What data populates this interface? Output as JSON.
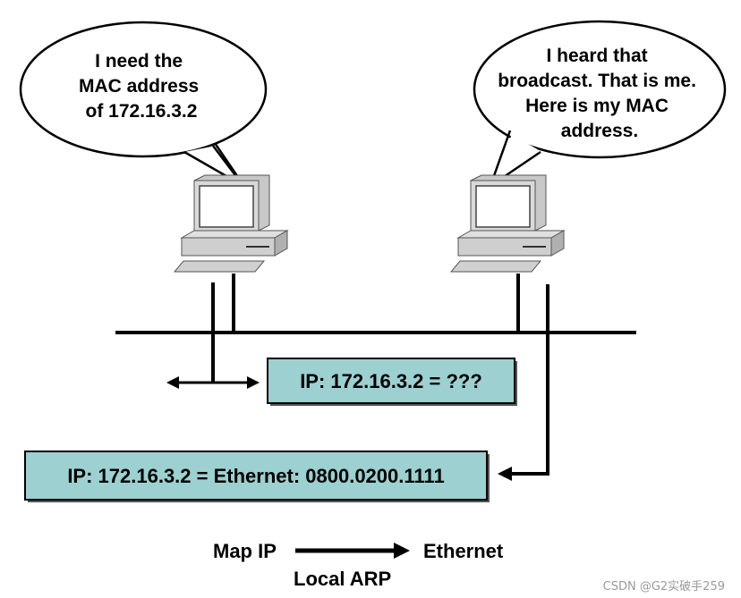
{
  "bubbles": {
    "left": {
      "lines": [
        "I need the",
        "MAC address",
        "of 172.16.3.2"
      ]
    },
    "right": {
      "lines": [
        "I heard that",
        "broadcast. That is me.",
        "Here is my MAC",
        "address."
      ]
    }
  },
  "boxes": {
    "query": "IP: 172.16.3.2 = ???",
    "answer": "IP: 172.16.3.2 = Ethernet: 0800.0200.1111"
  },
  "legend": {
    "from": "Map IP",
    "to": "Ethernet",
    "caption": "Local ARP"
  },
  "watermark": "CSDN @G2实破手259",
  "colors": {
    "box_fill": "#9dd0d0",
    "bubble_fill": "#ffffff",
    "line": "#000000"
  }
}
